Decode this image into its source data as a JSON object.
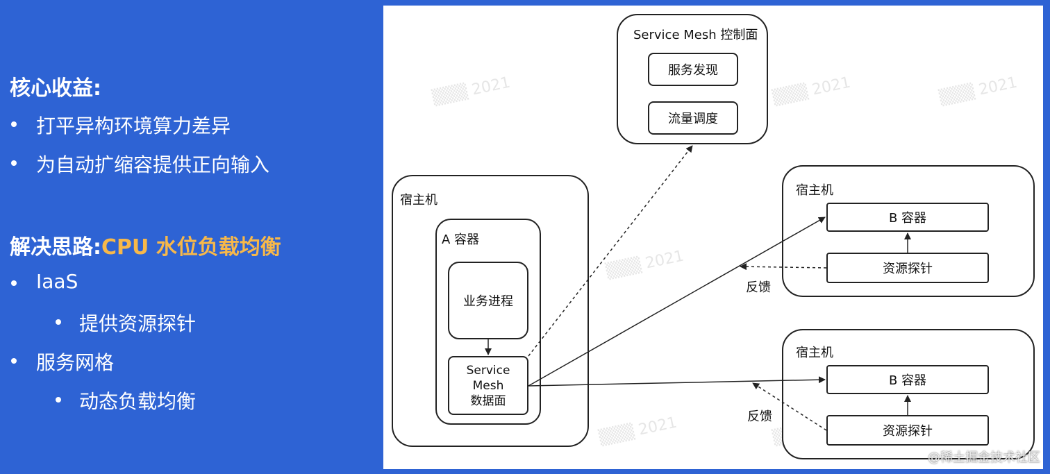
{
  "left": {
    "benefits_title": "核心收益:",
    "benefits": [
      "打平异构环境算力差异",
      "为自动扩缩容提供正向输入"
    ],
    "approach_label": "解决思路:",
    "approach_highlight": "CPU 水位负载均衡",
    "items": [
      {
        "label": "IaaS",
        "sub": "提供资源探针"
      },
      {
        "label": "服务网格",
        "sub": "动态负载均衡"
      }
    ]
  },
  "diagram": {
    "control_plane": {
      "title": "Service Mesh 控制面",
      "items": [
        "服务发现",
        "流量调度"
      ]
    },
    "host_a": {
      "title": "宿主机",
      "container": "A 容器",
      "process": "业务进程",
      "data_plane": [
        "Service",
        "Mesh",
        "数据面"
      ]
    },
    "host_b1": {
      "title": "宿主机",
      "container": "B 容器",
      "probe": "资源探针",
      "feedback": "反馈"
    },
    "host_b2": {
      "title": "宿主机",
      "container": "B 容器",
      "probe": "资源探针",
      "feedback": "反馈"
    },
    "watermark": "@稀土掘金技术社区"
  },
  "colors": {
    "background": "#2e63d4",
    "accent": "#f7b84a"
  }
}
